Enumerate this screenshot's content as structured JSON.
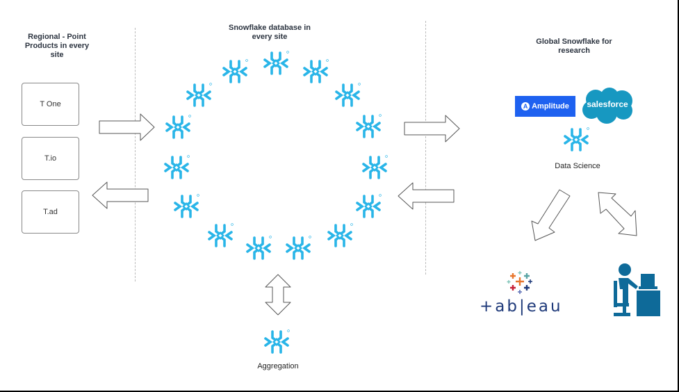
{
  "headings": {
    "regional": "Regional - Point Products in every site",
    "snowflake_db": "Snowflake database in every site",
    "global": "Global Snowflake for research"
  },
  "products": [
    {
      "label": "T One"
    },
    {
      "label": "T.io"
    },
    {
      "label": "T.ad"
    }
  ],
  "labels": {
    "data_science": "Data Science",
    "aggregation": "Aggregation"
  },
  "logos": {
    "amplitude": "Amplitude",
    "salesforce": "salesforce",
    "tableau": "+ab|eau"
  },
  "icons": {
    "snowflake": "snowflake-logo-icon",
    "user_at_desk": "user-at-computer-icon"
  },
  "colors": {
    "snowflake_blue": "#29B5E8",
    "amplitude_blue": "#1E61F0",
    "salesforce_blue": "#1798C1",
    "desk_user_blue": "#0E6A99"
  },
  "ring_nodes": 15
}
